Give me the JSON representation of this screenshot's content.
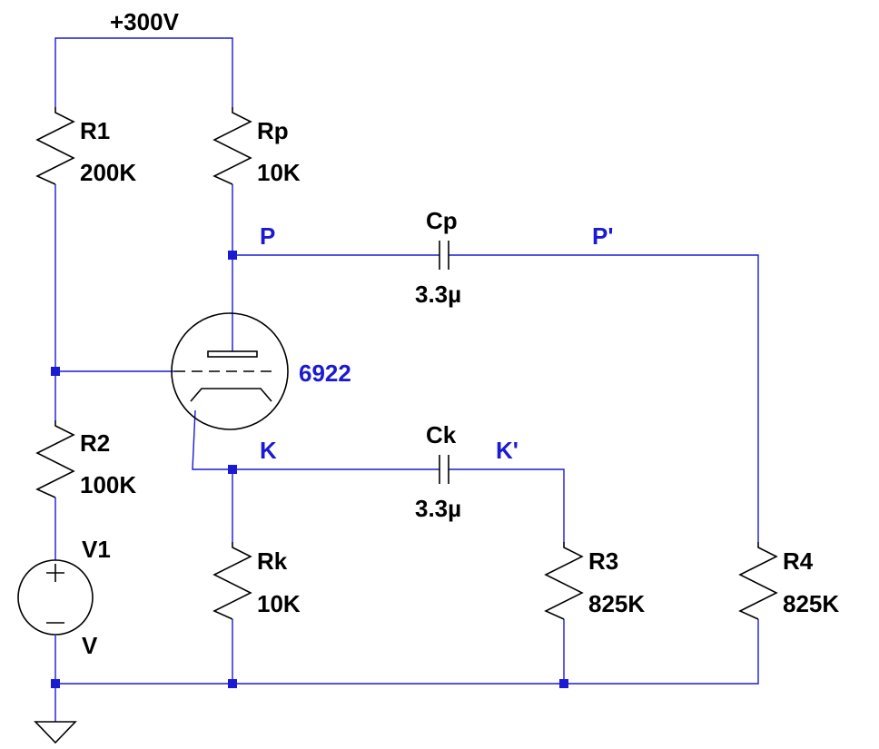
{
  "supply": {
    "label": "+300V"
  },
  "resistors": {
    "r1": {
      "name": "R1",
      "value": "200K"
    },
    "rp": {
      "name": "Rp",
      "value": "10K"
    },
    "r2": {
      "name": "R2",
      "value": "100K"
    },
    "rk": {
      "name": "Rk",
      "value": "10K"
    },
    "r3": {
      "name": "R3",
      "value": "825K"
    },
    "r4": {
      "name": "R4",
      "value": "825K"
    }
  },
  "capacitors": {
    "cp": {
      "name": "Cp",
      "value": "3.3µ"
    },
    "ck": {
      "name": "Ck",
      "value": "3.3µ"
    }
  },
  "source": {
    "name": "V1",
    "value": "V"
  },
  "tube": {
    "part": "6922"
  },
  "nets": {
    "p": "P",
    "p_prime": "P'",
    "k": "K",
    "k_prime": "K'"
  },
  "colors": {
    "wire": "#1a1ad2",
    "component": "#000000"
  }
}
